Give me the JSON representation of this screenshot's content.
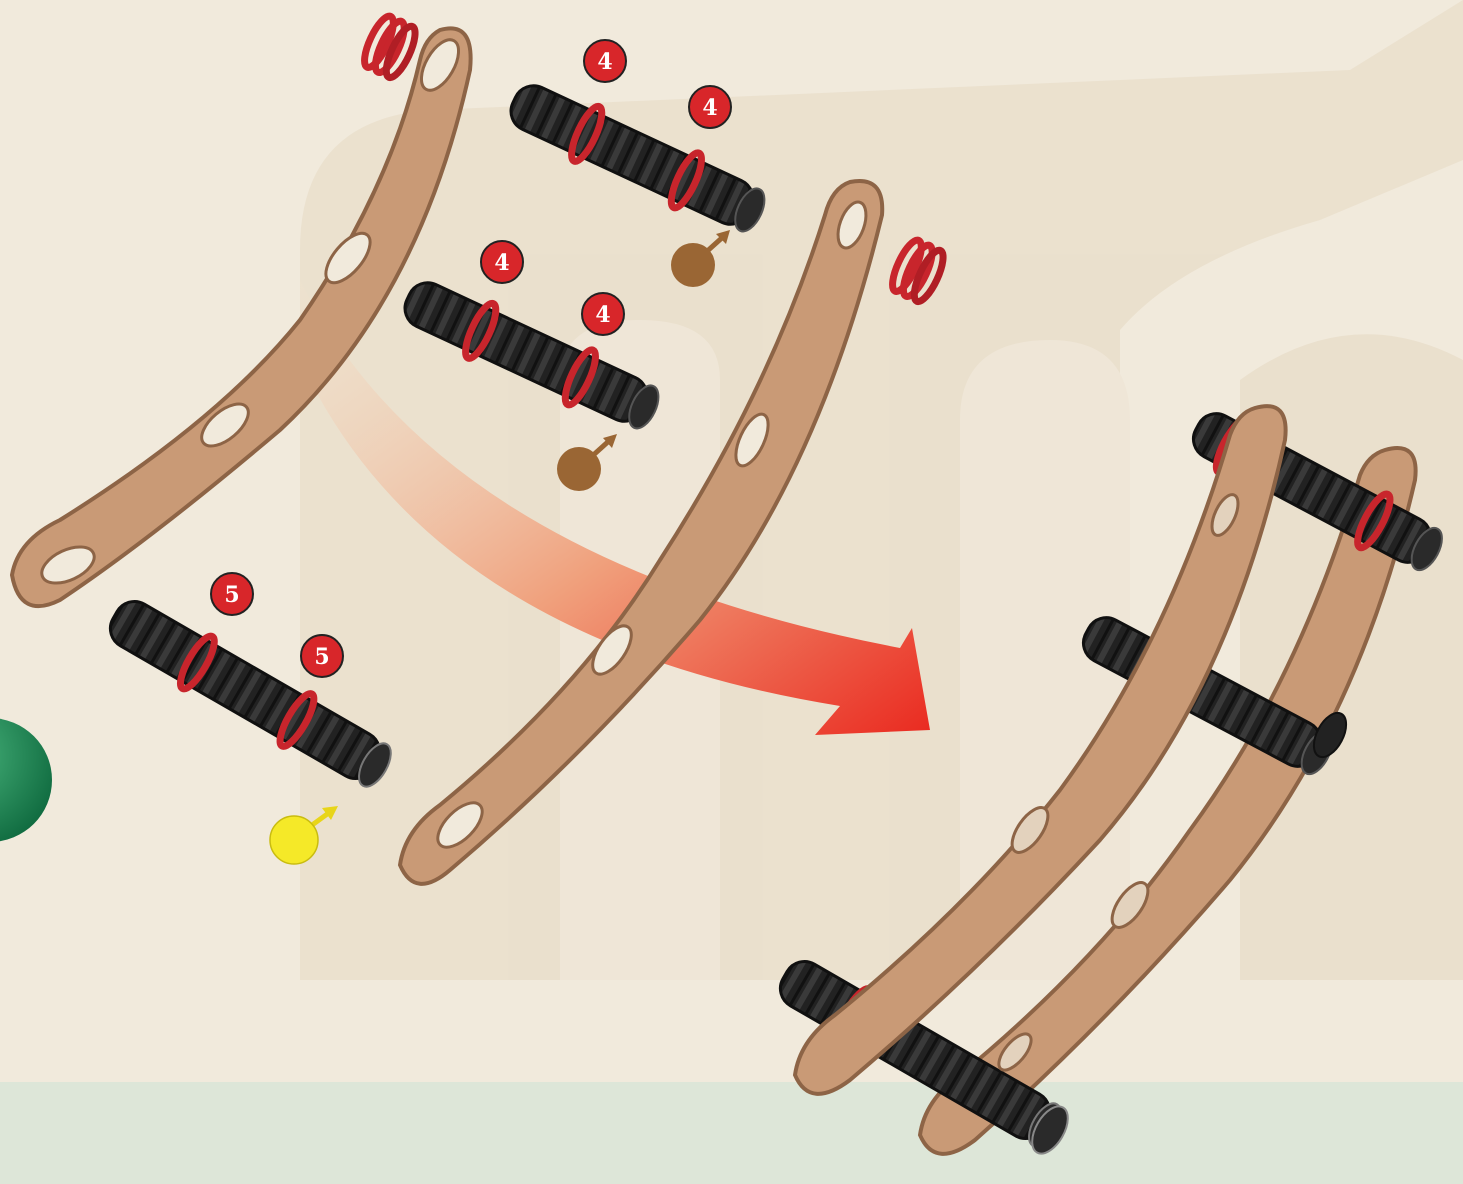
{
  "colors": {
    "background": "#f1eadc",
    "watermark": "#e4d6c0",
    "footer_band": "#dfe6da",
    "plate": "#c99a76",
    "plate_edge": "#8d6446",
    "rod": "#1f1f1f",
    "ring": "#c8252c",
    "spring": "#c8252c",
    "badge": "#d8262a",
    "dot_brown": "#9a6634",
    "dot_yellow": "#f5e928",
    "arrow_start": "#f5e6d3",
    "arrow_end": "#ea2a20",
    "corner_green": "#1f8a57"
  },
  "badges": [
    {
      "label": "4"
    },
    {
      "label": "4"
    },
    {
      "label": "4"
    },
    {
      "label": "4"
    },
    {
      "label": "5"
    },
    {
      "label": "5"
    }
  ],
  "parts": {
    "plates": [
      "curved-plate",
      "curved-plate"
    ],
    "rods": [
      "long-rod",
      "short-rod",
      "short-rod"
    ],
    "springs": [
      "spring",
      "spring"
    ],
    "marker_dots": [
      "brown-dot",
      "brown-dot",
      "yellow-dot"
    ]
  },
  "assembly": {
    "arrow": "right-arrow",
    "result": "assembled-frame"
  }
}
